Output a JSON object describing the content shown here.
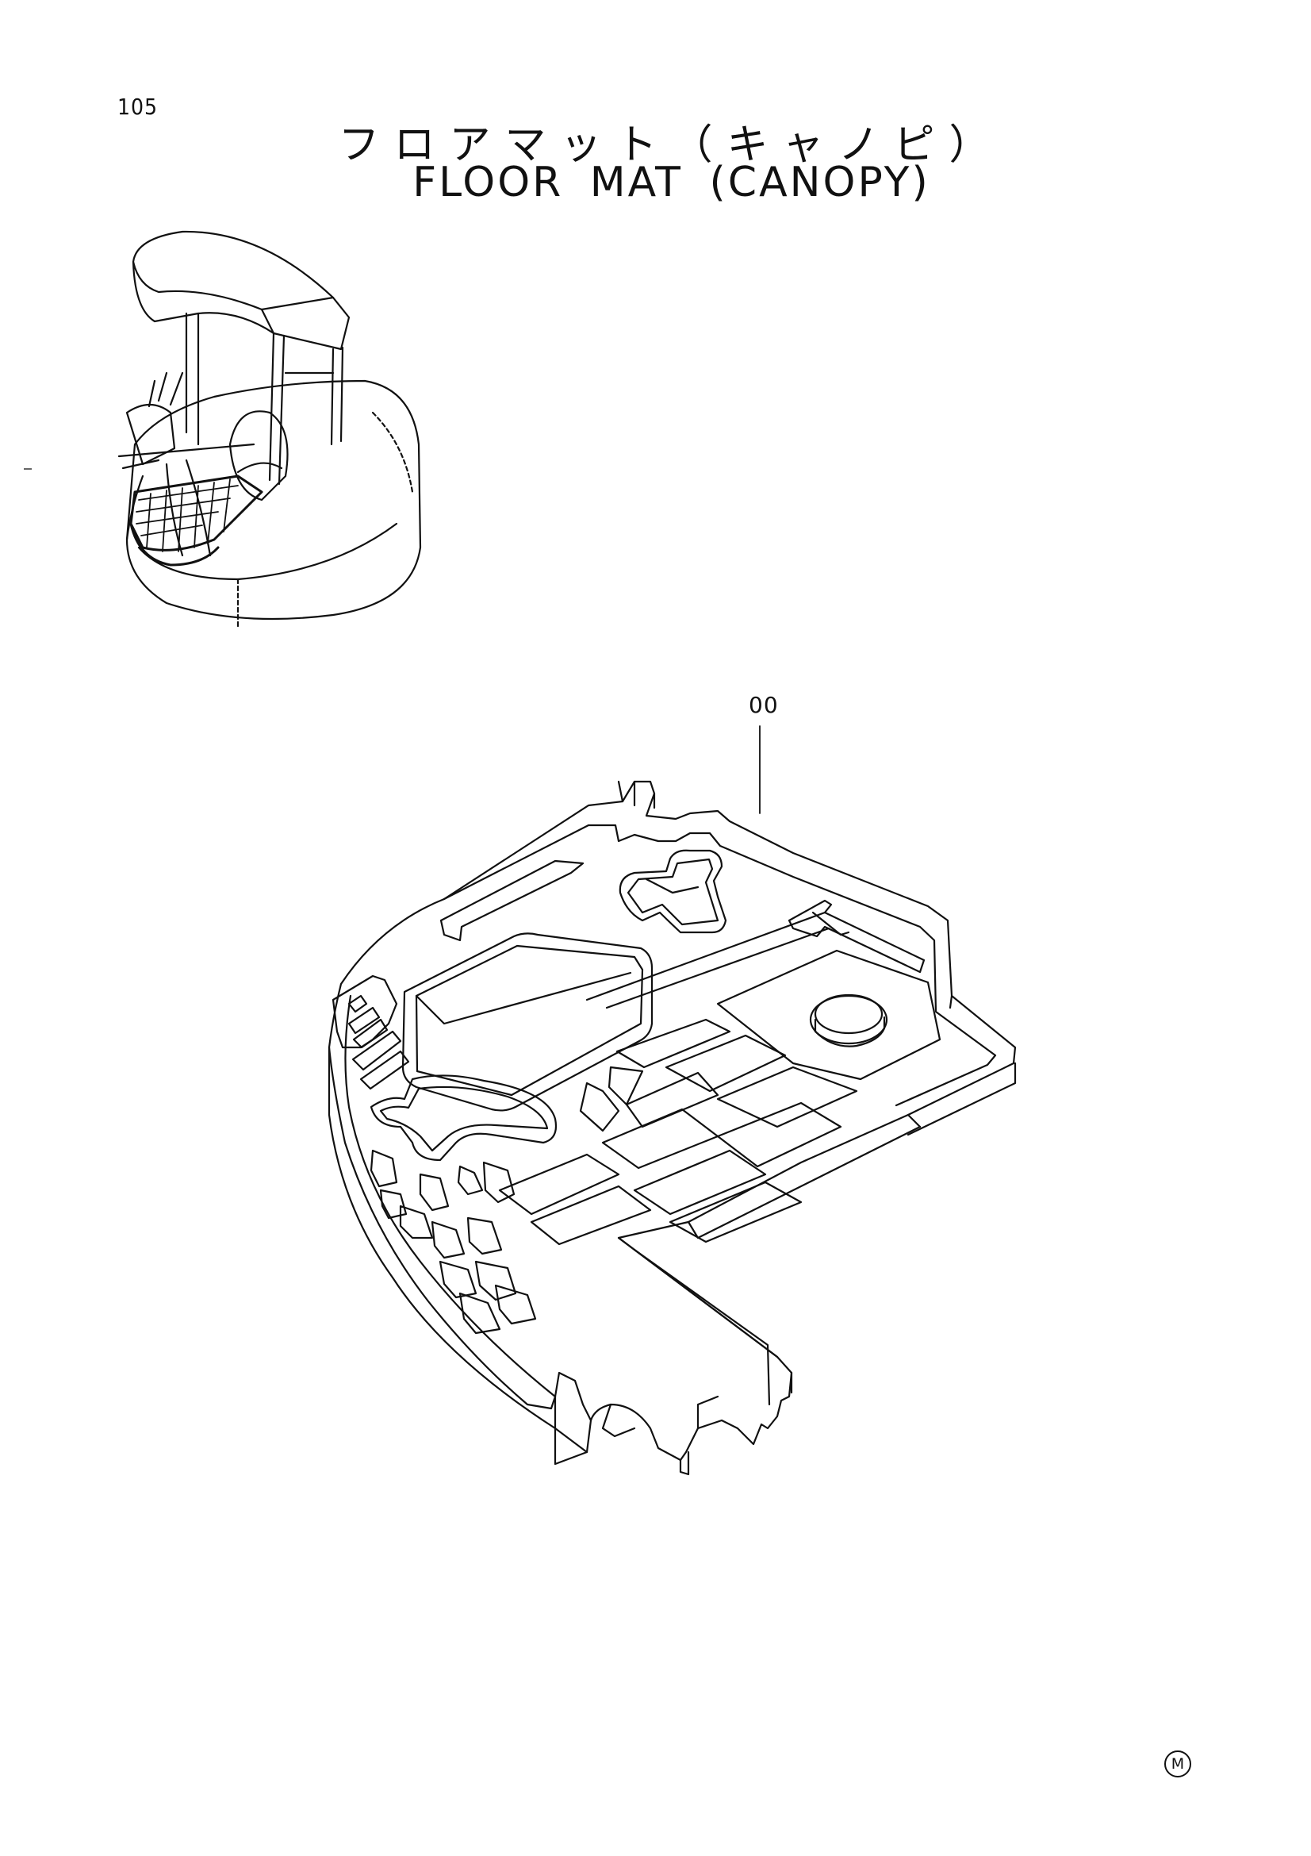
{
  "page": {
    "number": "105",
    "title_jp": "フロアマット（キャノピ）",
    "title_en": "FLOOR MAT (CANOPY)"
  },
  "callouts": [
    {
      "label": "00"
    }
  ],
  "footer": {
    "mark": "M"
  },
  "icons": [
    "excavator-canopy-overview-icon",
    "floor-mat-part-icon"
  ]
}
